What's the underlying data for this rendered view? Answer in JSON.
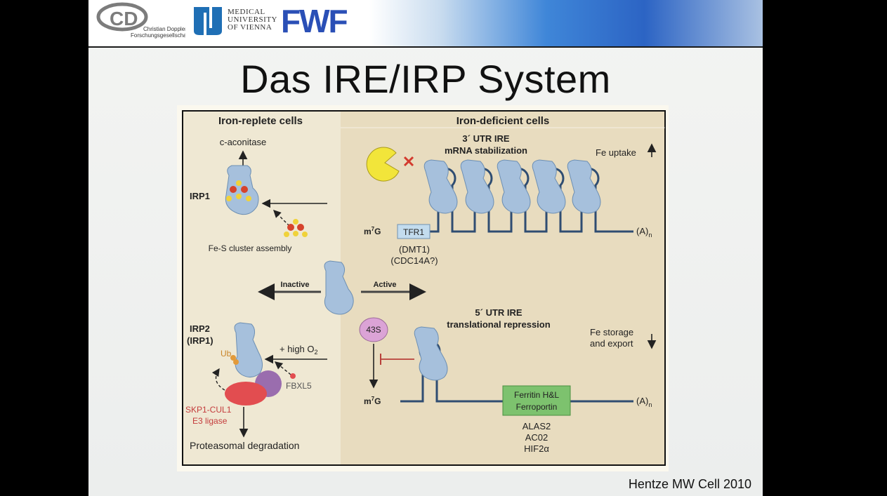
{
  "header": {
    "cd_logo_line1": "Christian Doppler",
    "cd_logo_line2": "Forschungsgesellschaft",
    "mu_line1": "MEDICAL",
    "mu_line2": "UNIVERSITY",
    "mu_line3": "OF VIENNA",
    "fwf_text": "FWF"
  },
  "slide": {
    "title": "Das IRE/IRP System",
    "citation": "Hentze MW Cell 2010"
  },
  "figure": {
    "left_header": "Iron-replete cells",
    "right_header": "Iron-deficient cells",
    "c_aconitase": "c-aconitase",
    "irp1": "IRP1",
    "fes_assembly": "Fe-S cluster assembly",
    "inactive": "Inactive",
    "active": "Active",
    "irp2": "IRP2",
    "irp1_paren": "(IRP1)",
    "high_o2": "+ high O",
    "o2_sub": "2",
    "ub": "Ub",
    "fbxl5": "FBXL5",
    "skp1": "SKP1-CUL1",
    "e3": "E3 ligase",
    "proteasomal": "Proteasomal degradation",
    "utr3_line1": "3´ UTR IRE",
    "utr3_line2": "mRNA stabilization",
    "fe_uptake": "Fe uptake",
    "m7g": "m",
    "m7g_sup": "7",
    "m7g_g": "G",
    "tfr1": "TFR1",
    "dmt1": "(DMT1)",
    "cdc14a": "(CDC14A?)",
    "a_n": "(A)",
    "a_n_sub": "n",
    "utr5_line1": "5´ UTR IRE",
    "utr5_line2": "translational repression",
    "s43": "43S",
    "fe_storage1": "Fe storage",
    "fe_storage2": "and export",
    "ferritin": "Ferritin H&L",
    "ferroportin": "Ferroportin",
    "alas2": "ALAS2",
    "ac02": "AC02",
    "hif2a": "HIF2α"
  },
  "colors": {
    "protein": "#a6c0dc",
    "protein_stroke": "#6d8fb3",
    "rna": "#2f4d72",
    "left_panel": "#efe8d3",
    "right_panel": "#e8dcbf",
    "skp": "#e24d50",
    "fbxl5_ball": "#9a6dae",
    "ub": "#e29a3a",
    "s43": "#dba3d6",
    "ferritin_box": "#7dc26e",
    "tfr1_box": "#c3dcee",
    "pacman": "#f2e53a",
    "red_x": "#d33a2e",
    "fwf_blue": "#2a4fb6",
    "mu_blue": "#1f6fb5"
  }
}
